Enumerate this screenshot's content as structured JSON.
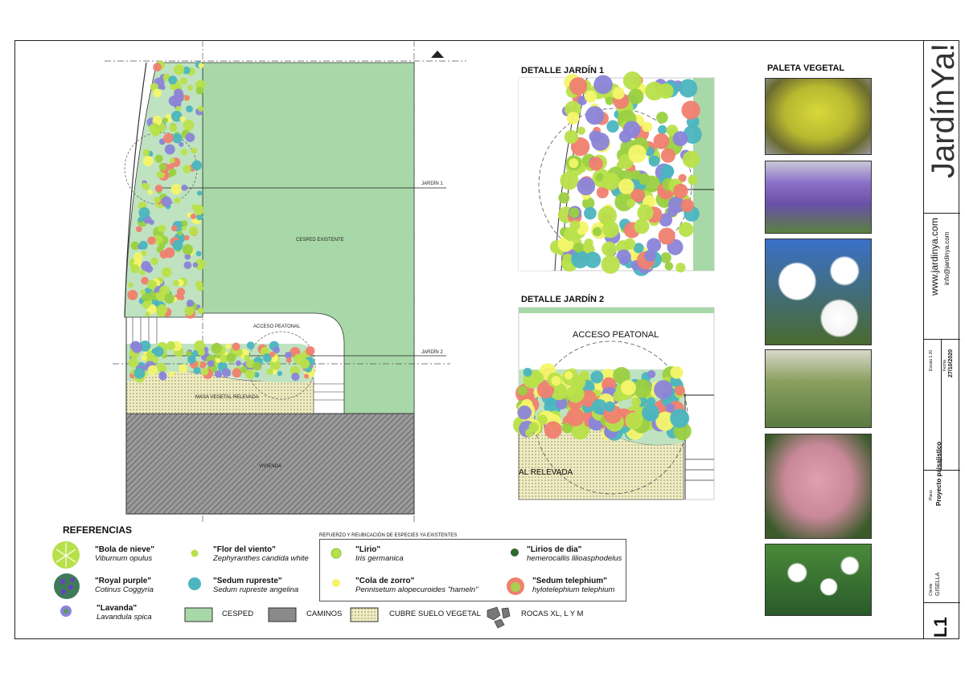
{
  "plan": {
    "lawn_label": "CESPED EXISTENTE",
    "house_label": "VIVIENDA",
    "bed_label": "MASA VEGETAL RELEVADA",
    "access_label": "ACCESO PEATONAL",
    "section1": "JARDÍN 1",
    "section2": "JARDÍN 2"
  },
  "details": {
    "d1_title": "DETALLE JARDÍN 1",
    "d2_title": "DETALLE JARDÍN 2",
    "d2_access": "ACCESO PEATONAL",
    "d2_bed": "AL RELEVADA"
  },
  "palette": {
    "title": "PALETA VEGETAL"
  },
  "legend": {
    "title": "REFERENCIAS",
    "box_title": "REFUERZO Y REUBICACIÓN DE ESPECIES YA EXISTENTES",
    "plants": [
      {
        "name": "\"Bola de nieve\"",
        "sci": "Viburnum opulus",
        "color": "#b8e04a"
      },
      {
        "name": "\"Royal purple\"",
        "sci": "Cotinus Coggyria",
        "color": "#6a3fc8"
      },
      {
        "name": "\"Lavanda\"",
        "sci": "Lavandula spica",
        "color": "#8b84d8"
      },
      {
        "name": "\"Flor del viento\"",
        "sci": "Zephyranthes candida white",
        "color": "#b8e04a"
      },
      {
        "name": "\"Sedum rupreste\"",
        "sci": "Sedum rupreste angelina",
        "color": "#4bb5c0"
      },
      {
        "name": "\"Lirio\"",
        "sci": "Iris germanica",
        "color": "#b8e04a"
      },
      {
        "name": "\"Cola de zorro\"",
        "sci": "Pennisetum alopecuroides \"hameln\"",
        "color": "#f4f56a"
      },
      {
        "name": "\"Lirios de dia\"",
        "sci": "hemerocallis lilioasphodelus",
        "color": "#2f6b2f"
      },
      {
        "name": "\"Sedum telephium\"",
        "sci": "hylotelephium telephium",
        "color": "#f08070"
      }
    ],
    "materials": [
      "CESPED",
      "CAMINOS",
      "CUBRE SUELO VEGETAL",
      "ROCAS XL, L Y M"
    ]
  },
  "titleblock": {
    "brand": "JardínYa!",
    "web": "www.jardinya.com",
    "email": "info@jardinya.com",
    "scale": "Escala 1:20",
    "date_label": "Fecha",
    "date": "27/10/2020",
    "plan_label": "Plano",
    "plan": "Proyecto paisajistico",
    "client_label": "Cliente",
    "client": "GISELLA",
    "sheet": "L1"
  },
  "colors": {
    "lawn": "#a8d8a8",
    "path": "#8a8a8a",
    "ground": "#e8e4b0",
    "brand": "#9aa030"
  }
}
